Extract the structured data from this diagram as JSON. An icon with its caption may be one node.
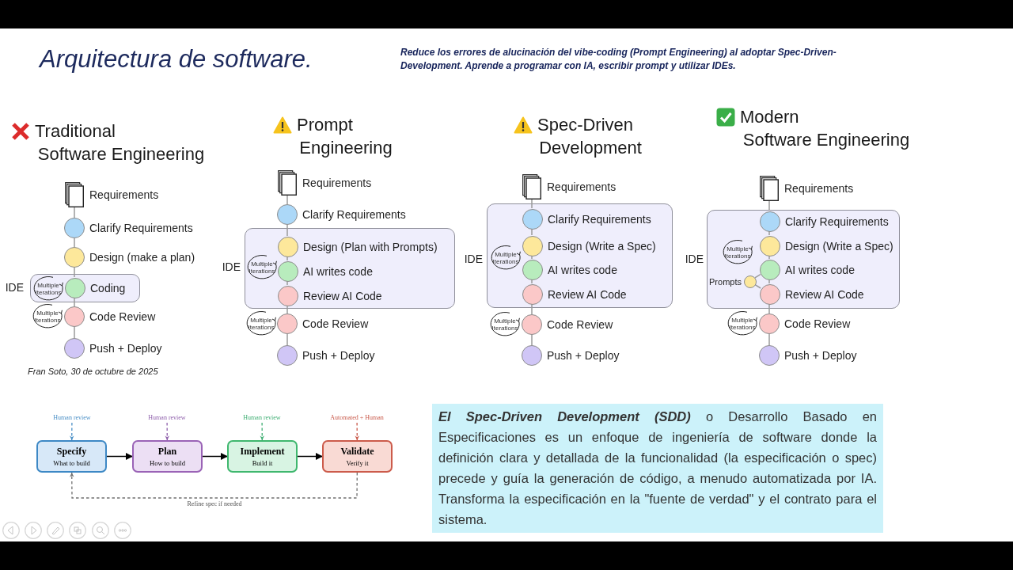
{
  "diagram": {
    "title": "Arquitectura de software.",
    "nodes": [
      {
        "text": [],
        "shape": "document",
        "beside": [
          "Requirements"
        ]
      },
      {
        "text": [],
        "shape": "circle",
        "beside": [
          "Clarify Requirements"
        ]
      },
      {
        "text": [],
        "shape": "circle",
        "beside": [
          "Design (make a plan)"
        ]
      },
      {
        "text": [],
        "shape": "box",
        "beside": [
          "IDE"
        ]
      },
      {
        "text": [
          "Multiple Iterations"
        ],
        "in": 3
      },
      {
        "text": [],
        "shape": "circle",
        "beside": [
          "Coding"
        ],
        "in": 3
      },
      {
        "text": [
          "Multiple Iterations"
        ]
      },
      {
        "text": [],
        "shape": "circle",
        "beside": [
          "Code Review"
        ]
      },
      {
        "text": [],
        "shape": "circle",
        "beside": [
          "Push + Deploy"
        ]
      },
      {
        "text": [],
        "shape": "document",
        "beside": [
          "Requirements"
        ]
      },
      {
        "text": [],
        "shape": "circle",
        "beside": [
          "Clarify Requirements"
        ]
      },
      {
        "text": [],
        "shape": "box",
        "beside": [
          "IDE"
        ]
      },
      {
        "text": [],
        "shape": "circle",
        "beside": [
          "Design (Plan with Prompts)"
        ],
        "in": 11
      },
      {
        "text": [
          "Multiple Iterations"
        ],
        "in": 11
      },
      {
        "text": [],
        "shape": "circle",
        "beside": [
          "AI writes code"
        ],
        "in": 11
      },
      {
        "text": [],
        "shape": "circle",
        "beside": [
          "Review AI Code"
        ],
        "in": 11
      },
      {
        "text": [
          "Multiple Iterations"
        ]
      },
      {
        "text": [],
        "shape": "circle",
        "beside": [
          "Code Review"
        ]
      },
      {
        "text": [],
        "shape": "circle",
        "beside": [
          "Push + Deploy"
        ]
      },
      {
        "text": [],
        "shape": "document",
        "beside": [
          "Requirements"
        ]
      },
      {
        "text": [],
        "shape": "box",
        "beside": [
          "IDE"
        ]
      },
      {
        "text": [],
        "shape": "circle",
        "beside": [
          "Clarify Requirements"
        ],
        "in": 20
      },
      {
        "text": [],
        "shape": "circle",
        "beside": [
          "Design (Write a Spec)"
        ],
        "in": 20
      },
      {
        "text": [
          "Multiple Iterations"
        ],
        "in": 20
      },
      {
        "text": [],
        "shape": "circle",
        "beside": [
          "AI writes code"
        ],
        "in": 20
      },
      {
        "text": [],
        "shape": "circle",
        "beside": [
          "Review AI Code"
        ],
        "in": 20
      },
      {
        "text": [
          "Multiple Iterations"
        ]
      },
      {
        "text": [],
        "shape": "circle",
        "beside": [
          "Code Review"
        ]
      },
      {
        "text": [],
        "shape": "circle",
        "beside": [
          "Push + Deploy"
        ]
      },
      {
        "text": [],
        "shape": "document",
        "beside": [
          "Requirements"
        ]
      },
      {
        "text": [],
        "shape": "box",
        "beside": [
          "IDE"
        ]
      },
      {
        "text": [],
        "shape": "circle",
        "beside": [
          "Clarify Requirements"
        ],
        "in": 30
      },
      {
        "text": [],
        "shape": "circle",
        "beside": [
          "Design (Write a Spec)"
        ],
        "in": 30
      },
      {
        "text": [
          "Multiple Iterations"
        ],
        "in": 30
      },
      {
        "text": [],
        "shape": "circle",
        "beside": [
          "AI writes code"
        ],
        "in": 30
      },
      {
        "text": [],
        "shape": "circle",
        "beside": [
          "Prompts"
        ],
        "in": 30
      },
      {
        "text": [],
        "shape": "circle",
        "beside": [
          "Review AI Code"
        ],
        "in": 30
      },
      {
        "text": [
          "Multiple Iterations"
        ]
      },
      {
        "text": [],
        "shape": "circle",
        "beside": [
          "Code Review"
        ]
      },
      {
        "text": [],
        "shape": "circle",
        "beside": [
          "Push + Deploy"
        ]
      },
      {
        "text": [
          "Human review"
        ]
      },
      {
        "text": [
          "Human review"
        ]
      },
      {
        "text": [
          "Human review"
        ]
      },
      {
        "text": [
          "Automated + Human"
        ]
      },
      {
        "text": [
          "Specify",
          "What to build"
        ]
      },
      {
        "text": [
          "Plan",
          "How to build"
        ]
      },
      {
        "text": [
          "Implement",
          "Build it"
        ]
      },
      {
        "text": [
          "Validate",
          "Verify it"
        ]
      },
      {
        "text": [
          "**El Spec-Driven Development (SDD)** o Desarrollo Basado en Especificaciones es un enfoque de ingeniería de software donde la definición clara y detallada de la funcionalidad (la especificación o spec) precede y guía la generación de código, a menudo automatizada por IA. Transforma la especificación en la \"fuente de verdad\" y el contrato para el sistema."
        ]
      }
    ],
    "edges": [
      {
        "from": 0,
        "to": 1,
        "arrow": "none"
      },
      {
        "from": 1,
        "to": 2,
        "arrow": "none"
      },
      {
        "from": 2,
        "to": 5,
        "arrow": "none"
      },
      {
        "from": 5,
        "to": 7,
        "arrow": "none"
      },
      {
        "from": 7,
        "to": 8,
        "arrow": "none"
      },
      {
        "from": 9,
        "to": 10,
        "arrow": "none"
      },
      {
        "from": 10,
        "to": 12,
        "arrow": "none"
      },
      {
        "from": 12,
        "to": 14,
        "arrow": "none"
      },
      {
        "from": 14,
        "to": 15,
        "arrow": "none"
      },
      {
        "from": 15,
        "to": 17,
        "arrow": "none"
      },
      {
        "from": 17,
        "to": 18,
        "arrow": "none"
      },
      {
        "from": 19,
        "to": 21,
        "arrow": "none"
      },
      {
        "from": 21,
        "to": 22,
        "arrow": "none"
      },
      {
        "from": 22,
        "to": 24,
        "arrow": "none"
      },
      {
        "from": 24,
        "to": 25,
        "arrow": "none"
      },
      {
        "from": 25,
        "to": 27,
        "arrow": "none"
      },
      {
        "from": 27,
        "to": 28,
        "arrow": "none"
      },
      {
        "from": 29,
        "to": 31,
        "arrow": "none"
      },
      {
        "from": 31,
        "to": 32,
        "arrow": "none"
      },
      {
        "from": 32,
        "to": 34,
        "arrow": "none"
      },
      {
        "from": 34,
        "to": 36,
        "arrow": "none"
      },
      {
        "from": 36,
        "to": 38,
        "arrow": "none"
      },
      {
        "from": 38,
        "to": 39,
        "arrow": "none"
      },
      {
        "from": 35,
        "to": 34,
        "arrow": "none"
      },
      {
        "from": 35,
        "to": 36,
        "arrow": "none"
      },
      {
        "from": 40,
        "to": 44,
        "arrow": "to",
        "style": "dashed",
        "color": "#4a8fc6"
      },
      {
        "from": 41,
        "to": 45,
        "arrow": "to",
        "style": "dashed",
        "color": "#8e5fab"
      },
      {
        "from": 42,
        "to": 46,
        "arrow": "to",
        "style": "dashed",
        "color": "#3fae73"
      },
      {
        "from": 43,
        "to": 47,
        "arrow": "to",
        "style": "dashed",
        "color": "#c95a4b"
      },
      {
        "from": 44,
        "to": 45,
        "arrow": "to",
        "color": "#000000"
      },
      {
        "from": 45,
        "to": 46,
        "arrow": "to",
        "color": "#000000"
      },
      {
        "from": 46,
        "to": 47,
        "arrow": "to",
        "color": "#000000"
      },
      {
        "from": 47,
        "to": 44,
        "arrow": "to",
        "style": "dashed",
        "color": "#707070",
        "label": "Refine spec if needed"
      }
    ],
    "labels": [
      "Reduce los errores de alucinación del vibe-coding (Prompt Engineering) al adoptar Spec-Driven-Development. Aprende a programar con IA, escribir prompt y utilizar IDEs.",
      "Traditional Software Engineering",
      "Prompt Engineering",
      "Spec-Driven Development",
      "Modern Software Engineering",
      "Fran Soto, 30 de octubre de 2025"
    ]
  }
}
